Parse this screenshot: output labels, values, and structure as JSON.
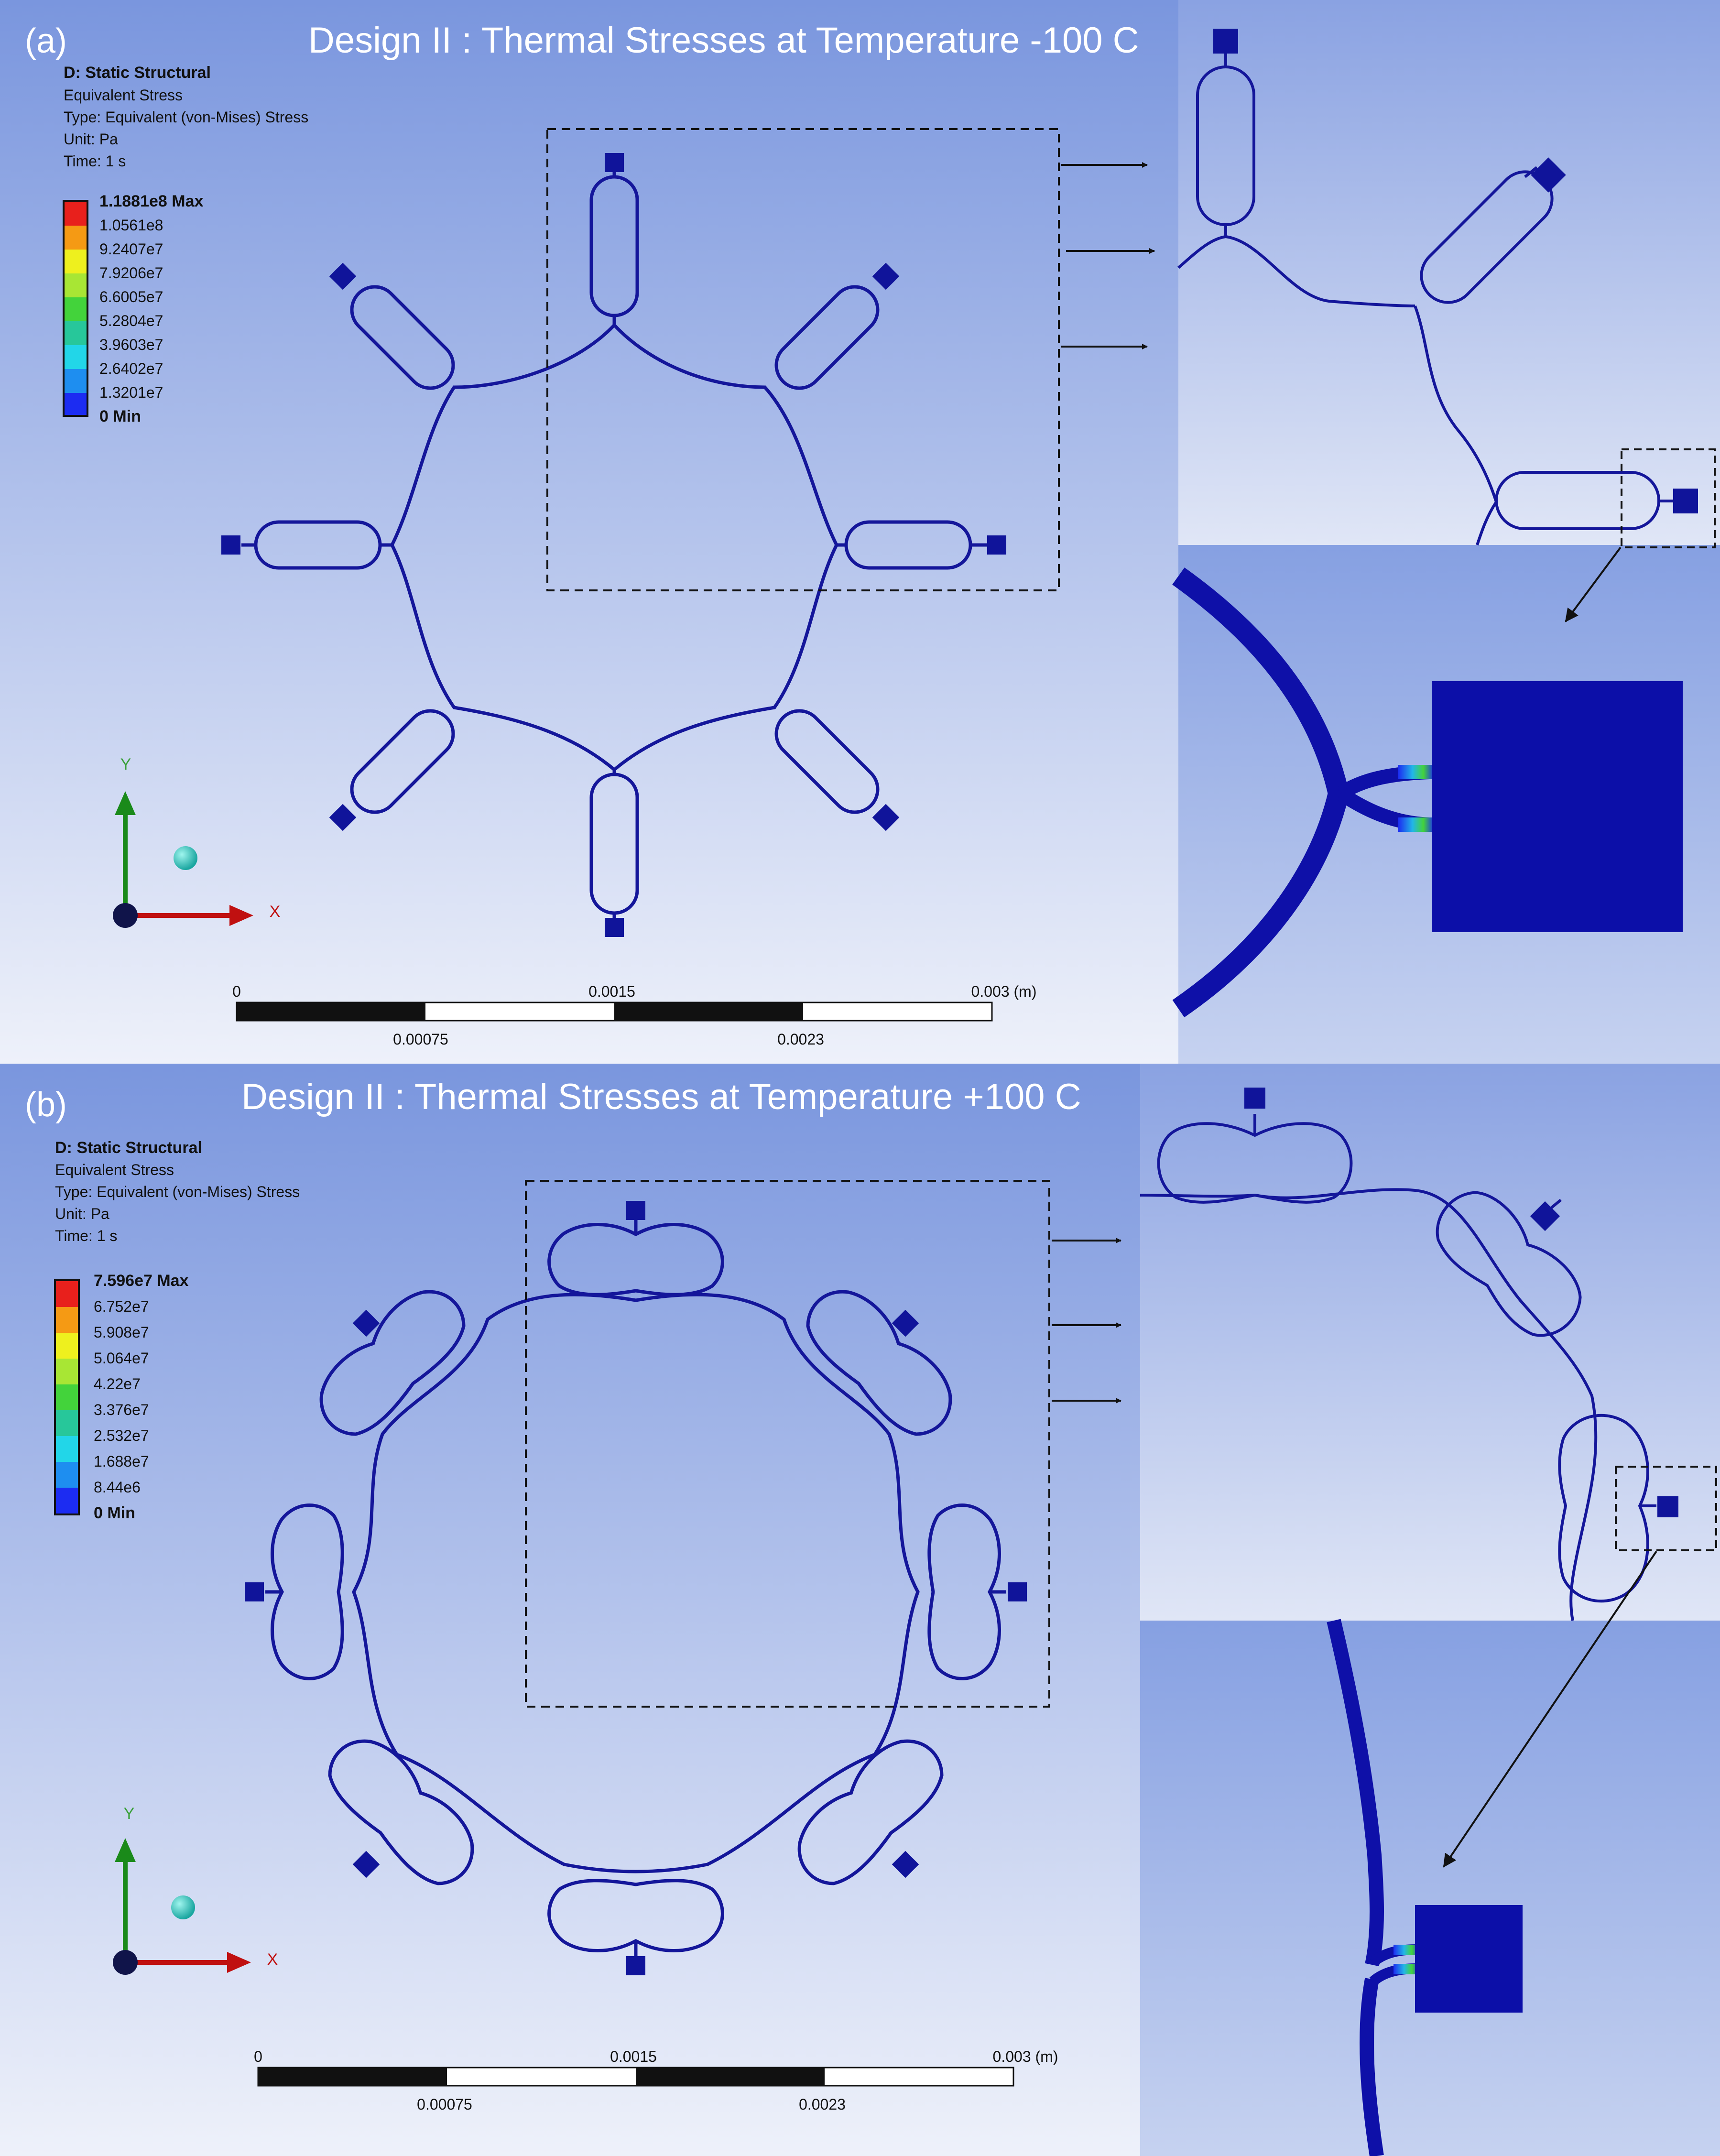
{
  "panel_a": {
    "label": "(a)",
    "title": "Design II : Thermal Stresses at Temperature -100 C",
    "info": {
      "analysis": "D: Static Structural",
      "result": "Equivalent Stress",
      "type": "Type: Equivalent (von-Mises) Stress",
      "unit": "Unit: Pa",
      "time": "Time: 1 s"
    },
    "legend": [
      "1.1881e8 Max",
      "1.0561e8",
      "9.2407e7",
      "7.9206e7",
      "6.6005e7",
      "5.2804e7",
      "3.9603e7",
      "2.6402e7",
      "1.3201e7",
      "0 Min"
    ],
    "axis_y": "Y",
    "axis_x": "X",
    "scale_top": [
      "0",
      "0.0015",
      "0.003 (m)"
    ],
    "scale_bottom": [
      "0.00075",
      "0.0023"
    ]
  },
  "panel_b": {
    "label": "(b)",
    "title": "Design II : Thermal Stresses at Temperature +100 C",
    "info": {
      "analysis": "D: Static Structural",
      "result": "Equivalent Stress",
      "type": "Type: Equivalent (von-Mises) Stress",
      "unit": "Unit: Pa",
      "time": "Time: 1 s"
    },
    "legend": [
      "7.596e7 Max",
      "6.752e7",
      "5.908e7",
      "5.064e7",
      "4.22e7",
      "3.376e7",
      "2.532e7",
      "1.688e7",
      "8.44e6",
      "0 Min"
    ],
    "axis_y": "Y",
    "axis_x": "X",
    "scale_top": [
      "0",
      "0.0015",
      "0.003 (m)"
    ],
    "scale_bottom": [
      "0.00075",
      "0.0023"
    ]
  },
  "legend_colors": [
    "#e8201c",
    "#f59a14",
    "#eef01e",
    "#a8e634",
    "#43d33b",
    "#27c79a",
    "#22d6e8",
    "#1e8ef0",
    "#1c2cf2"
  ],
  "mesh_color": "#14169a",
  "anchor_color": "#10149a"
}
